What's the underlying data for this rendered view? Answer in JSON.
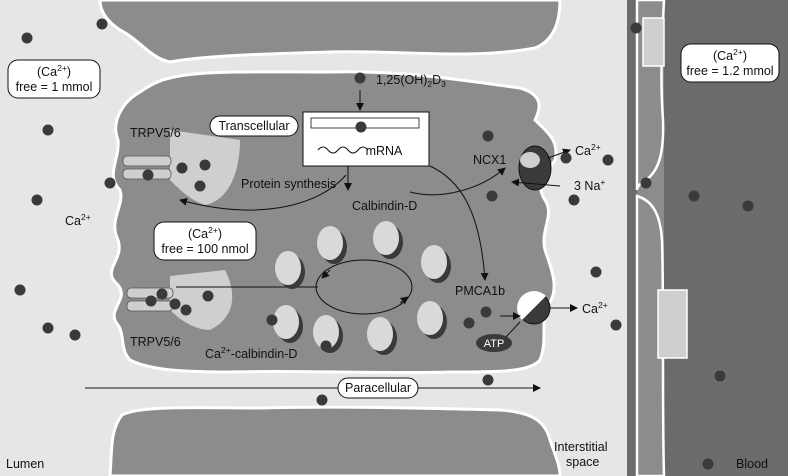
{
  "diagram": {
    "regions": {
      "lumen": "Lumen",
      "interstitial_line1": "Interstitial",
      "interstitial_line2": "space",
      "blood": "Blood"
    },
    "concentrations": {
      "lumen_top_line1": "(Ca",
      "lumen_top_sup": "2+",
      "lumen_top_close": ")",
      "lumen_top_line2": "free = 1 mmol",
      "cell_line1": "(Ca",
      "cell_sup": "2+",
      "cell_close": ")",
      "cell_line2": "free = 100 nmol",
      "blood_line1": "(Ca",
      "blood_sup": "2+",
      "blood_close": ")",
      "blood_line2": "free = 1.2 mmol"
    },
    "labels": {
      "vitamin_d_base": "1,25(OH)",
      "vitamin_d_sub1": "2",
      "vitamin_d_mid": "D",
      "vitamin_d_sub2": "3",
      "transcellular": "Transcellular",
      "mrna": "mRNA",
      "protein_synthesis": "Protein synthesis",
      "calbindin": "Calbindin-D",
      "trpv_top": "TRPV5/6",
      "trpv_bottom": "TRPV5/6",
      "ca_calbindin_pre": "Ca",
      "ca_calbindin_sup": "2+",
      "ca_calbindin_post": "-calbindin-D",
      "ncx1": "NCX1",
      "ncx1_ca": "Ca",
      "ncx1_ca_sup": "2+",
      "na": "3 Na",
      "na_sup": "+",
      "pmca": "PMCA1b",
      "pmca_ca": "Ca",
      "pmca_ca_sup": "2+",
      "atp": "ATP",
      "lumen_ca": "Ca",
      "lumen_ca_sup": "2+",
      "paracellular": "Paracellular"
    },
    "colors": {
      "cell": "#8c8c8c",
      "lumen": "#e6e6e6",
      "blood_wall": "#6b6b6b",
      "blood": "#8c8c8c",
      "calcium_dot": "#3a3a3a",
      "channel": "#cfcfcf",
      "outline": "#1a1a1a"
    }
  }
}
